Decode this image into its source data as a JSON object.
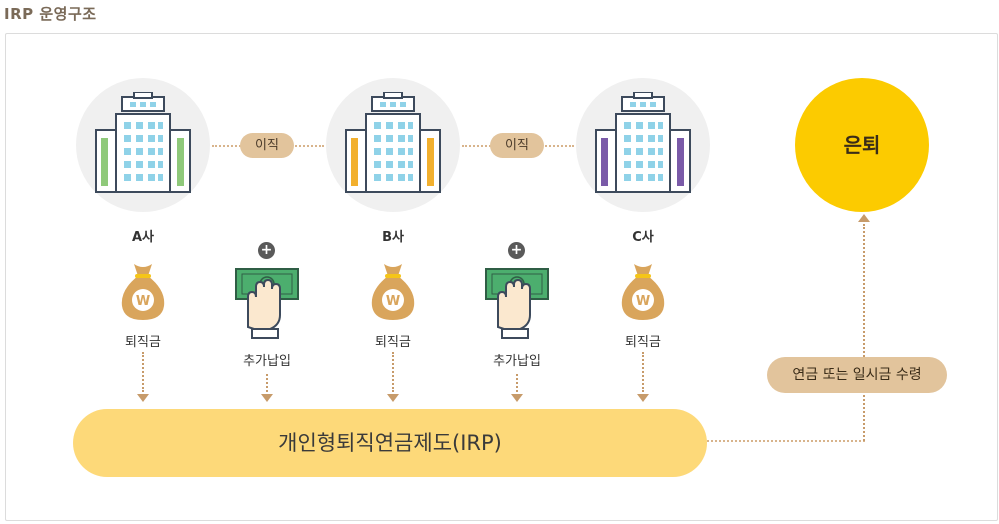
{
  "title": "IRP 운영구조",
  "companies": [
    {
      "name": "A사",
      "side_color": "#8fc97a"
    },
    {
      "name": "B사",
      "side_color": "#f2b02e"
    },
    {
      "name": "C사",
      "side_color": "#7a5aa8"
    }
  ],
  "job_change_label": "이직",
  "severance_label": "퇴직금",
  "additional_payment_label": "추가납입",
  "irp_label": "개인형퇴직연금제도(IRP)",
  "retirement_label": "은퇴",
  "receive_label": "연금 또는 일시금 수령",
  "colors": {
    "irp_bar": "#fdd979",
    "retire_circle": "#fccb00",
    "pill": "#e2c49c",
    "money_bill": "#4cae6e"
  }
}
